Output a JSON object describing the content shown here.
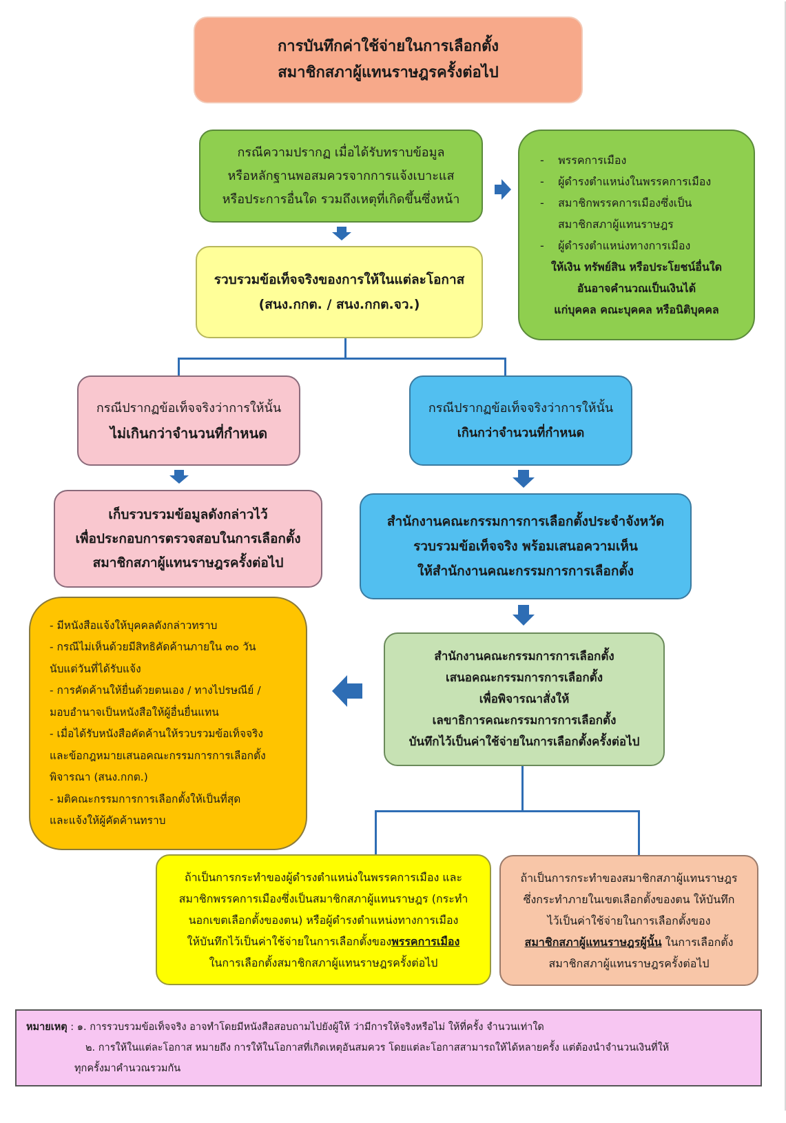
{
  "title": {
    "line1": "การบันทึกค่าใช้จ่ายในการเลือกตั้ง",
    "line2": "สมาชิกสภาผู้แทนราษฎรครั้งต่อไป"
  },
  "start": {
    "line1": "กรณีความปรากฏ เมื่อได้รับทราบข้อมูล",
    "line2": "หรือหลักฐานพอสมควรจากการแจ้งเบาะแส",
    "line3": "หรือประการอื่นใด รวมถึงเหตุที่เกิดขึ้นซึ่งหน้า"
  },
  "subjects": {
    "items": [
      "พรรคการเมือง",
      "ผู้ดำรงตำแหน่งในพรรคการเมือง",
      "สมาชิกพรรคการเมืองซึ่งเป็น",
      "สมาชิกสภาผู้แทนราษฎร",
      "ผู้ดำรงตำแหน่งทางการเมือง"
    ],
    "bold1": "ให้เงิน ทรัพย์สิน หรือประโยชน์อื่นใด",
    "bold2": "อันอาจคำนวณเป็นเงินได้",
    "bold3": "แก่บุคคล คณะบุคคล หรือนิติบุคคล"
  },
  "collect": {
    "line1": "รวบรวมข้อเท็จจริงของการให้ในแต่ละโอกาส",
    "line2": "(สนง.กกต. / สนง.กกต.จว.)"
  },
  "case_under": {
    "line1": "กรณีปรากฏข้อเท็จจริงว่าการให้นั้น",
    "line2": "ไม่เกินกว่าจำนวนที่กำหนด"
  },
  "case_over": {
    "line1": "กรณีปรากฏข้อเท็จจริงว่าการให้นั้น",
    "line2": "เกินกว่าจำนวนที่กำหนด"
  },
  "keep": {
    "line1": "เก็บรวบรวมข้อมูลดังกล่าวไว้",
    "line2": "เพื่อประกอบการตรวจสอบในการเลือกตั้ง",
    "line3": "สมาชิกสภาผู้แทนราษฎรครั้งต่อไป"
  },
  "province": {
    "line1": "สำนักงานคณะกรรมการการเลือกตั้งประจำจังหวัด",
    "line2": "รวบรวมข้อเท็จจริง พร้อมเสนอความเห็น",
    "line3": "ให้สำนักงานคณะกรรมการการเลือกตั้ง"
  },
  "office": {
    "line1": "สำนักงานคณะกรรมการการเลือกตั้ง",
    "line2": "เสนอคณะกรรมการการเลือกตั้ง",
    "line3": "เพื่อพิจารณาสั่งให้",
    "line4": "เลขาธิการคณะกรรมการการเลือกตั้ง",
    "line5": "บันทึกไว้เป็นค่าใช้จ่ายในการเลือกตั้งครั้งต่อไป"
  },
  "notify": {
    "lines": [
      "-   มีหนังสือแจ้งให้บุคคลดังกล่าวทราบ",
      "-   กรณีไม่เห็นด้วยมีสิทธิคัดค้านภายใน ๓๐ วัน",
      "นับแต่วันที่ได้รับแจ้ง",
      "-   การคัดค้านให้ยื่นด้วยตนเอง / ทางไปรษณีย์ /",
      "มอบอำนาจเป็นหนังสือให้ผู้อื่นยื่นแทน",
      "-   เมื่อได้รับหนังสือคัดค้านให้รวบรวมข้อเท็จจริง",
      "และข้อกฎหมายเสนอคณะกรรมการการเลือกตั้ง",
      "พิจารณา (สนง.กกต.)",
      "-   มติคณะกรรมการการเลือกตั้งให้เป็นที่สุด",
      "และแจ้งให้ผู้คัดค้านทราบ"
    ]
  },
  "party_case": {
    "line1": "ถ้าเป็นการกระทำของผู้ดำรงตำแหน่งในพรรคการเมือง และ",
    "line2": "สมาชิกพรรคการเมืองซึ่งเป็นสมาชิกสภาผู้แทนราษฎร (กระทำ",
    "line3": "นอกเขตเลือกตั้งของตน) หรือผู้ดำรงตำแหน่งทางการเมือง",
    "line4_pre": "ให้บันทึกไว้เป็นค่าใช้จ่ายในการเลือกตั้งของ",
    "line4_ul": "พรรคการเมือง",
    "line5": "ในการเลือกตั้งสมาชิกสภาผู้แทนราษฎรครั้งต่อไป"
  },
  "mp_case": {
    "line1": "ถ้าเป็นการกระทำของสมาชิกสภาผู้แทนราษฎร",
    "line2": "ซึ่งกระทำภายในเขตเลือกตั้งของตน ให้บันทึก",
    "line3": "ไว้เป็นค่าใช้จ่ายในการเลือกตั้งของ",
    "line4_ul": "สมาชิกสภาผู้แทนราษฎรผู้นั้น",
    "line4_post": " ในการเลือกตั้ง",
    "line5": "สมาชิกสภาผู้แทนราษฎรครั้งต่อไป"
  },
  "note": {
    "label": "หมายเหตุ",
    "line1": " : ๑. การรวบรวมข้อเท็จจริง อาจทำโดยมีหนังสือสอบถามไปยังผู้ให้ ว่ามีการให้จริงหรือไม่ ให้ที่ครั้ง จำนวนเท่าใด",
    "line2": "๒. การให้ในแต่ละโอกาส หมายถึง การให้ในโอกาสที่เกิดเหตุอันสมควร โดยแต่ละโอกาสสามารถให้ได้หลายครั้ง แต่ต้องนำจำนวนเงินที่ให้",
    "line3": "ทุกครั้งมาคำนวณรวมกัน"
  },
  "colors": {
    "title_bg": "#f7a98a",
    "green_bg": "#8fcf4f",
    "yellow_light": "#ffff99",
    "pink": "#f9c7cf",
    "blue": "#52bff0",
    "light_green": "#c7e2b4",
    "orange": "#ffc400",
    "yellow": "#ffff00",
    "peach": "#f8c6a8",
    "note_bg": "#f7c6f2",
    "connector": "#2e6db4"
  }
}
